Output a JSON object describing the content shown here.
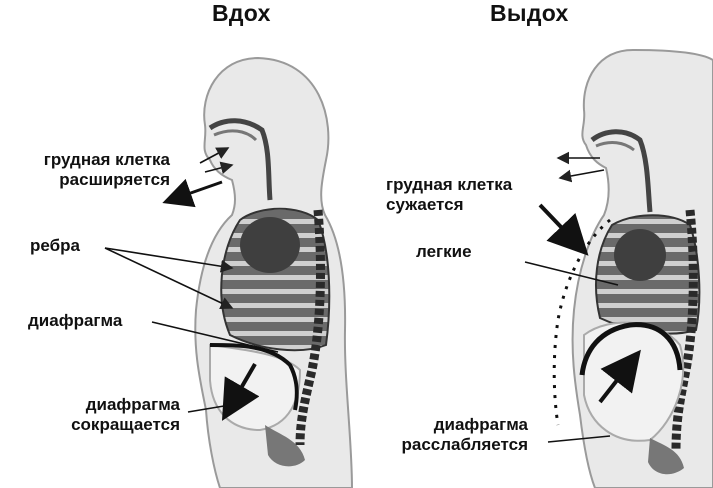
{
  "inhale": {
    "title": "Вдох",
    "labels": {
      "chest_line1": "грудная клетка",
      "chest_line2": "расширяется",
      "ribs": "ребра",
      "diaphragm": "диафрагма",
      "diaphragm_action_line1": "диафрагма",
      "diaphragm_action_line2": "сокращается"
    }
  },
  "exhale": {
    "title": "Выдох",
    "labels": {
      "chest_line1": "грудная клетка",
      "chest_line2": "сужается",
      "lungs": "легкие",
      "diaphragm_action_line1": "диафрагма",
      "diaphragm_action_line2": "расслабляется"
    }
  },
  "colors": {
    "ink": "#111111",
    "body_outline": "#9a9a9a",
    "body_fill": "#e6e6e6",
    "lung": "#4a4a4a",
    "spine": "#2a2a2a"
  }
}
